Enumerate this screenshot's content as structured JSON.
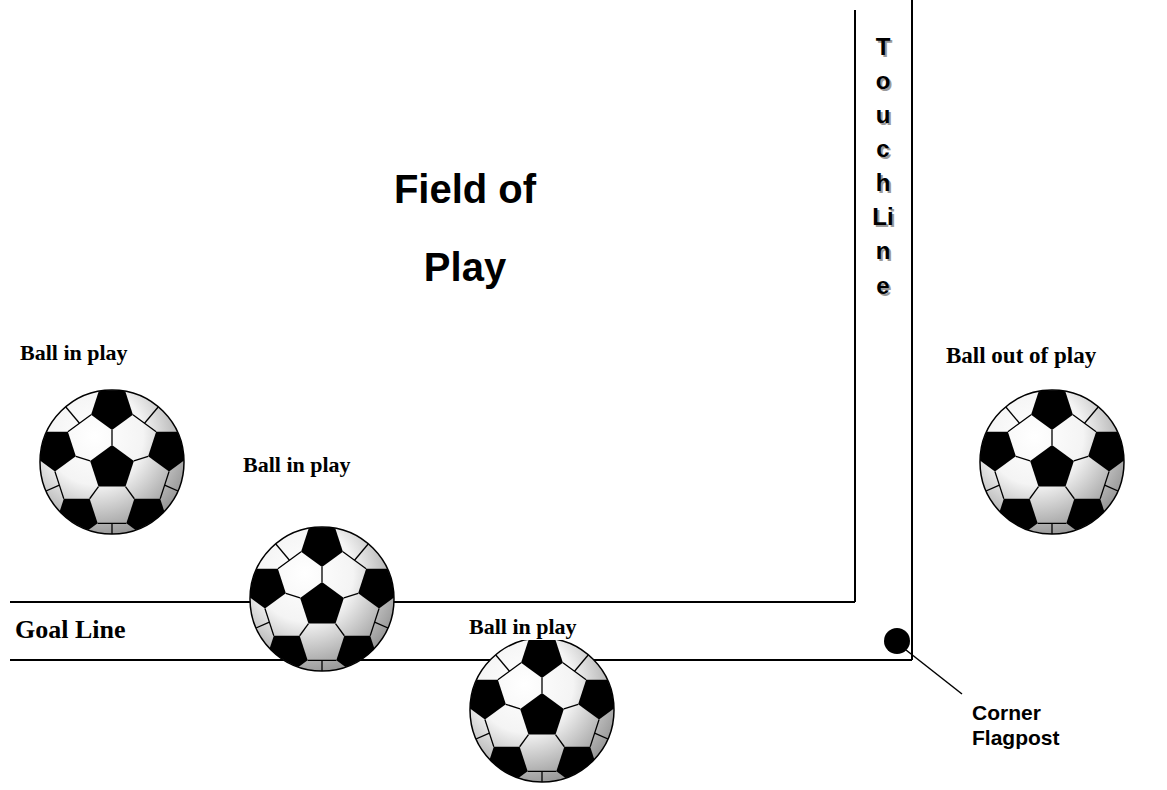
{
  "diagram": {
    "labels": [
      "Field of Play",
      "Touch Line",
      "Ball in play",
      "Ball in play",
      "Ball out of play",
      "Ball in play",
      "Goal Line",
      "Corner Flagpost"
    ]
  }
}
